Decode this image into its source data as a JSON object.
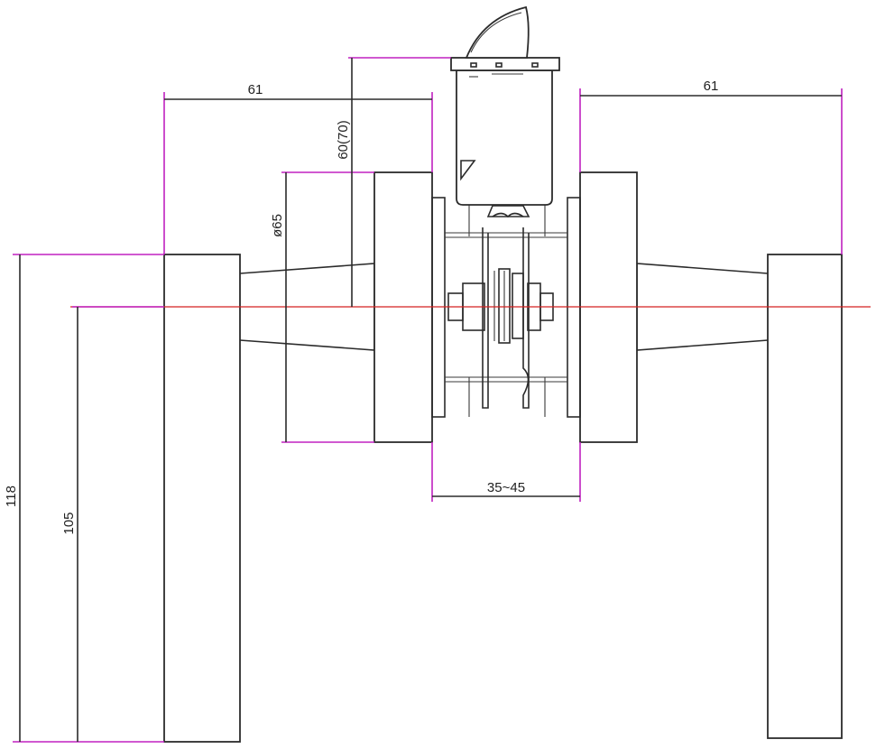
{
  "drawing": {
    "dimensions": {
      "lever_projection_left": "61",
      "lever_projection_right": "61",
      "backset_height": "60(70)",
      "rose_diameter": "ø65",
      "door_thickness": "35~45",
      "lever_length_total": "118",
      "lever_length_to_center": "105"
    },
    "colors": {
      "extension_line": "#c020c0",
      "center_line": "#d42020",
      "outline": "#2b2b2b",
      "background": "#ffffff"
    }
  }
}
